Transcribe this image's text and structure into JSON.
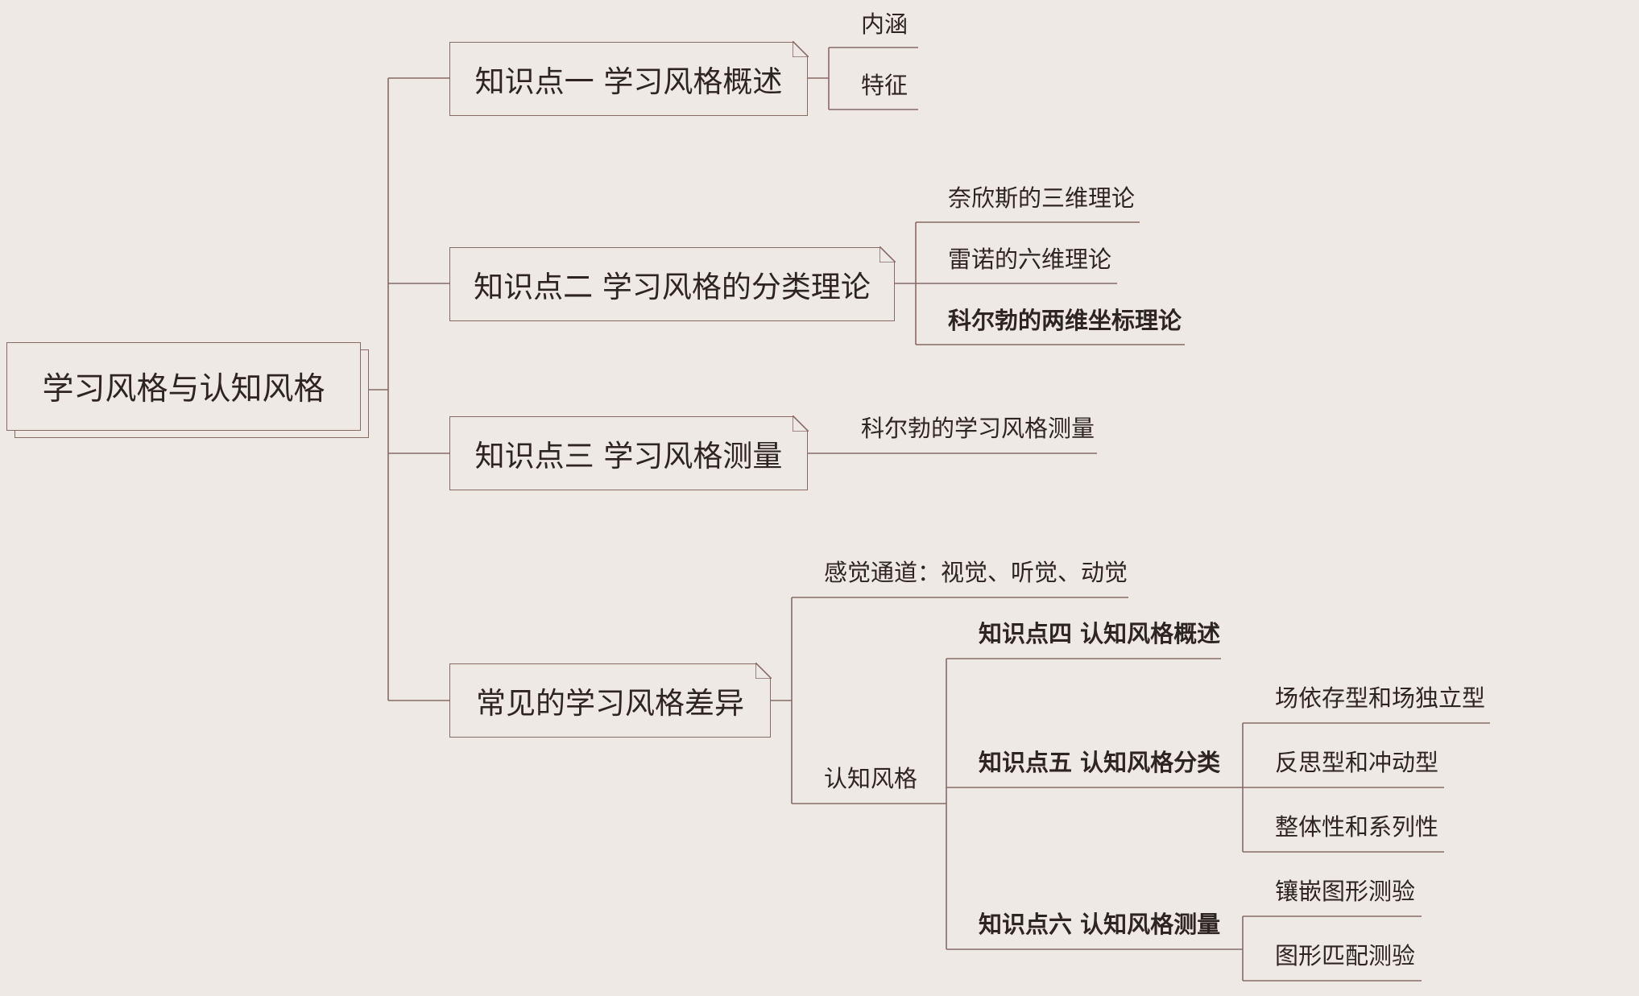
{
  "root": "学习风格与认知风格",
  "topics": {
    "t1": {
      "label": "知识点一 学习风格概述",
      "children": [
        "内涵",
        "特征"
      ]
    },
    "t2": {
      "label": "知识点二 学习风格的分类理论",
      "children": [
        "奈欣斯的三维理论",
        "雷诺的六维理论",
        "科尔勃的两维坐标理论"
      ]
    },
    "t3": {
      "label": "知识点三 学习风格测量",
      "children": [
        "科尔勃的学习风格测量"
      ]
    },
    "t4": {
      "label": "常见的学习风格差异",
      "sensory": "感觉通道：视觉、听觉、动觉",
      "cognitive": {
        "label": "认知风格",
        "k4": "知识点四 认知风格概述",
        "k5": {
          "label": "知识点五 认知风格分类",
          "children": [
            "场依存型和场独立型",
            "反思型和冲动型",
            "整体性和系列性"
          ]
        },
        "k6": {
          "label": "知识点六 认知风格测量",
          "children": [
            "镶嵌图形测验",
            "图形匹配测验"
          ]
        }
      }
    }
  },
  "colors": {
    "line": "#876a66",
    "background": "#efe9e6",
    "text": "#2e2523"
  }
}
